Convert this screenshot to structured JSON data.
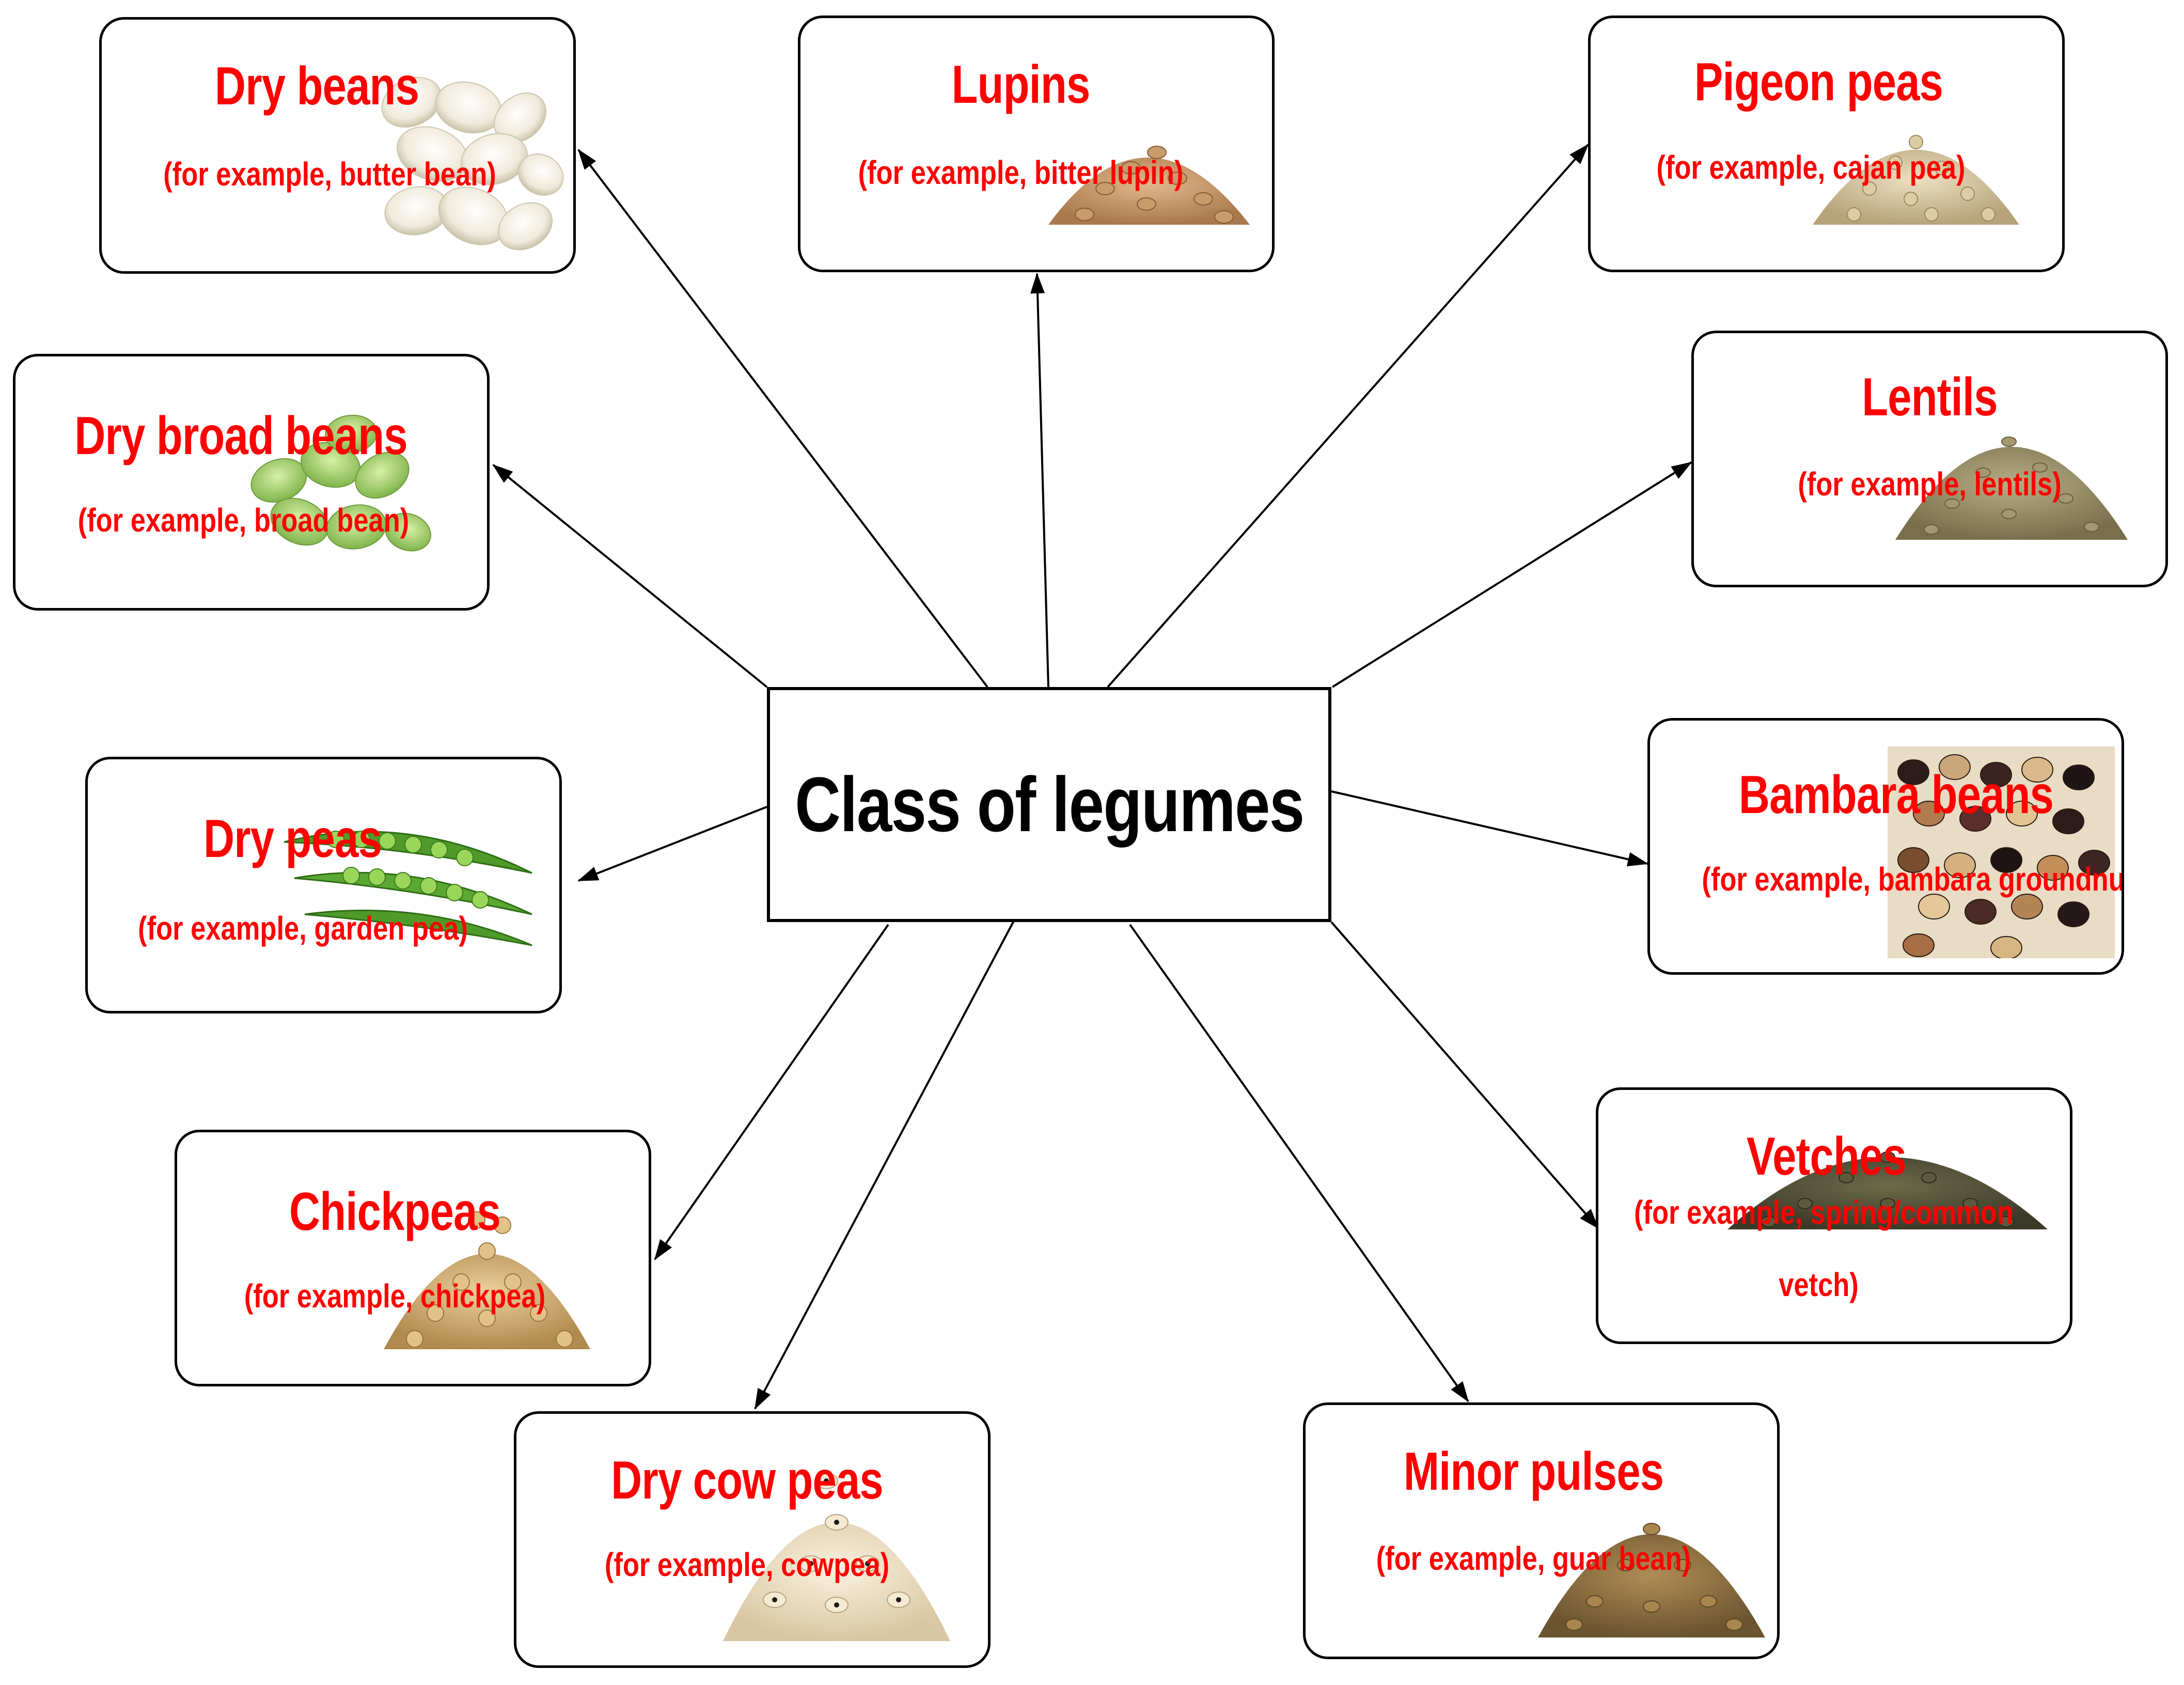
{
  "center": {
    "title": "Class of legumes"
  },
  "nodes": [
    {
      "id": "dry-beans",
      "title": "Dry beans",
      "example": "(for example, butter bean)",
      "image": "white-beans"
    },
    {
      "id": "lupins",
      "title": "Lupins",
      "example": "(for example, bitter lupin)",
      "image": "tan-seed-pile"
    },
    {
      "id": "pigeon-peas",
      "title": "Pigeon peas",
      "example": "(for example, cajan pea)",
      "image": "beige-seed-pile"
    },
    {
      "id": "dry-broad-beans",
      "title": "Dry broad beans",
      "example": "(for example, broad bean)",
      "image": "green-broad-beans"
    },
    {
      "id": "lentils",
      "title": "Lentils",
      "example": "(for example, lentils)",
      "image": "lentil-pile"
    },
    {
      "id": "dry-peas",
      "title": "Dry peas",
      "example": "(for example, garden pea)",
      "image": "pea-pods"
    },
    {
      "id": "bambara-beans",
      "title": "Bambara beans",
      "example": "(for example, bambara groundnut)",
      "image": "mixed-dark-beans"
    },
    {
      "id": "chickpeas",
      "title": "Chickpeas",
      "example": "(for example, chickpea)",
      "image": "chickpea-pile"
    },
    {
      "id": "vetches",
      "title": "Vetches",
      "example": "(for example, spring/common",
      "example_line2": "vetch)",
      "image": "dark-seed-pile"
    },
    {
      "id": "dry-cow-peas",
      "title": "Dry cow peas",
      "example": "(for example, cowpea)",
      "image": "cowpea-pile"
    },
    {
      "id": "minor-pulses",
      "title": "Minor pulses",
      "example": "(for example, guar bean)",
      "image": "brown-seed-pile"
    }
  ],
  "colors": {
    "label": "#ff0000",
    "border": "#000000",
    "text": "#000000"
  }
}
